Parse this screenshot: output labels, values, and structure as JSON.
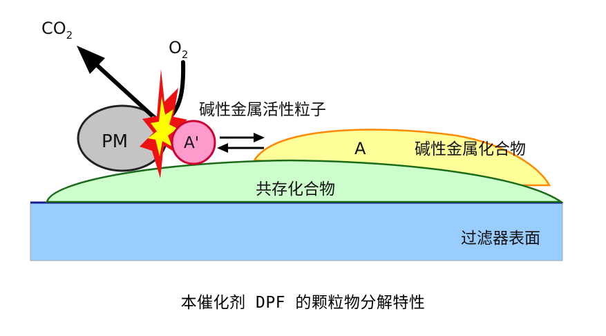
{
  "labels": {
    "co2_base": "CO",
    "co2_sub": "2",
    "o2_base": "O",
    "o2_sub": "2",
    "pm": "PM",
    "a_prime": "A'",
    "a": "A",
    "alkali_particle": "碱性金属活性粒子",
    "alkali_compound": "碱性金属化合物",
    "coexist_compound": "共存化合物",
    "filter_surface": "过滤器表面"
  },
  "caption": "本催化剂 DPF 的颗粒物分解特性",
  "colors": {
    "filter_fill": "#99ccff",
    "filter_stroke": "#aaaaaa",
    "filter_top_line": "#1a1a8a",
    "coexist_fill": "#ccffcc",
    "coexist_stroke": "#1a6b1a",
    "alkali_fill": "#ffff99",
    "alkali_stroke": "#ff8800",
    "pm_fill": "#c4c4c4",
    "pm_stroke": "#222222",
    "aprime_fill": "#ff9acc",
    "aprime_stroke": "#cc0033",
    "spark_red": "#ee1111",
    "spark_yellow": "#ffff00"
  }
}
